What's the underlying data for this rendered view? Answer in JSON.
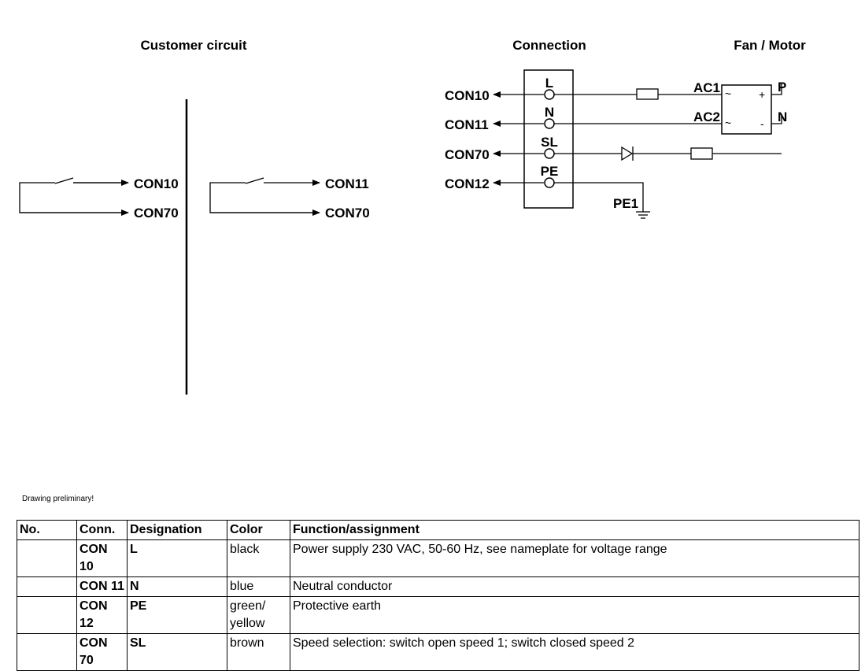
{
  "headers": {
    "customer_circuit": "Customer circuit",
    "connection": "Connection",
    "fan_motor": "Fan / Motor"
  },
  "customer_circuit": {
    "switch1_out_top": "CON10",
    "switch1_out_bottom": "CON70",
    "switch2_out_top": "CON11",
    "switch2_out_bottom": "CON70"
  },
  "connection": {
    "left_labels": [
      "CON10",
      "CON11",
      "CON70",
      "CON12"
    ],
    "terminal_labels": [
      "L",
      "N",
      "SL",
      "PE"
    ],
    "ground_label": "PE1"
  },
  "motor": {
    "ac1": "AC1",
    "ac2": "AC2",
    "p": "P",
    "n": "N",
    "tilde1": "~",
    "tilde2": "~",
    "plus": "+",
    "minus": "-"
  },
  "note": "Drawing preliminary!",
  "table": {
    "headers": [
      "No.",
      "Conn.",
      "Designation",
      "Color",
      "Function/assignment"
    ],
    "rows": [
      {
        "no": "",
        "conn": "CON 10",
        "designation": "L",
        "color": "black",
        "function": "Power supply 230 VAC, 50-60 Hz, see nameplate for voltage range"
      },
      {
        "no": "",
        "conn": "CON 11",
        "designation": "N",
        "color": "blue",
        "function": "Neutral conductor"
      },
      {
        "no": "",
        "conn": "CON 12",
        "designation": "PE",
        "color": "green/",
        "color2": "yellow",
        "function": "Protective earth"
      },
      {
        "no": "",
        "conn": "CON 70",
        "designation": "SL",
        "color": "brown",
        "function": "Speed selection: switch open speed 1; switch closed speed 2"
      }
    ]
  }
}
